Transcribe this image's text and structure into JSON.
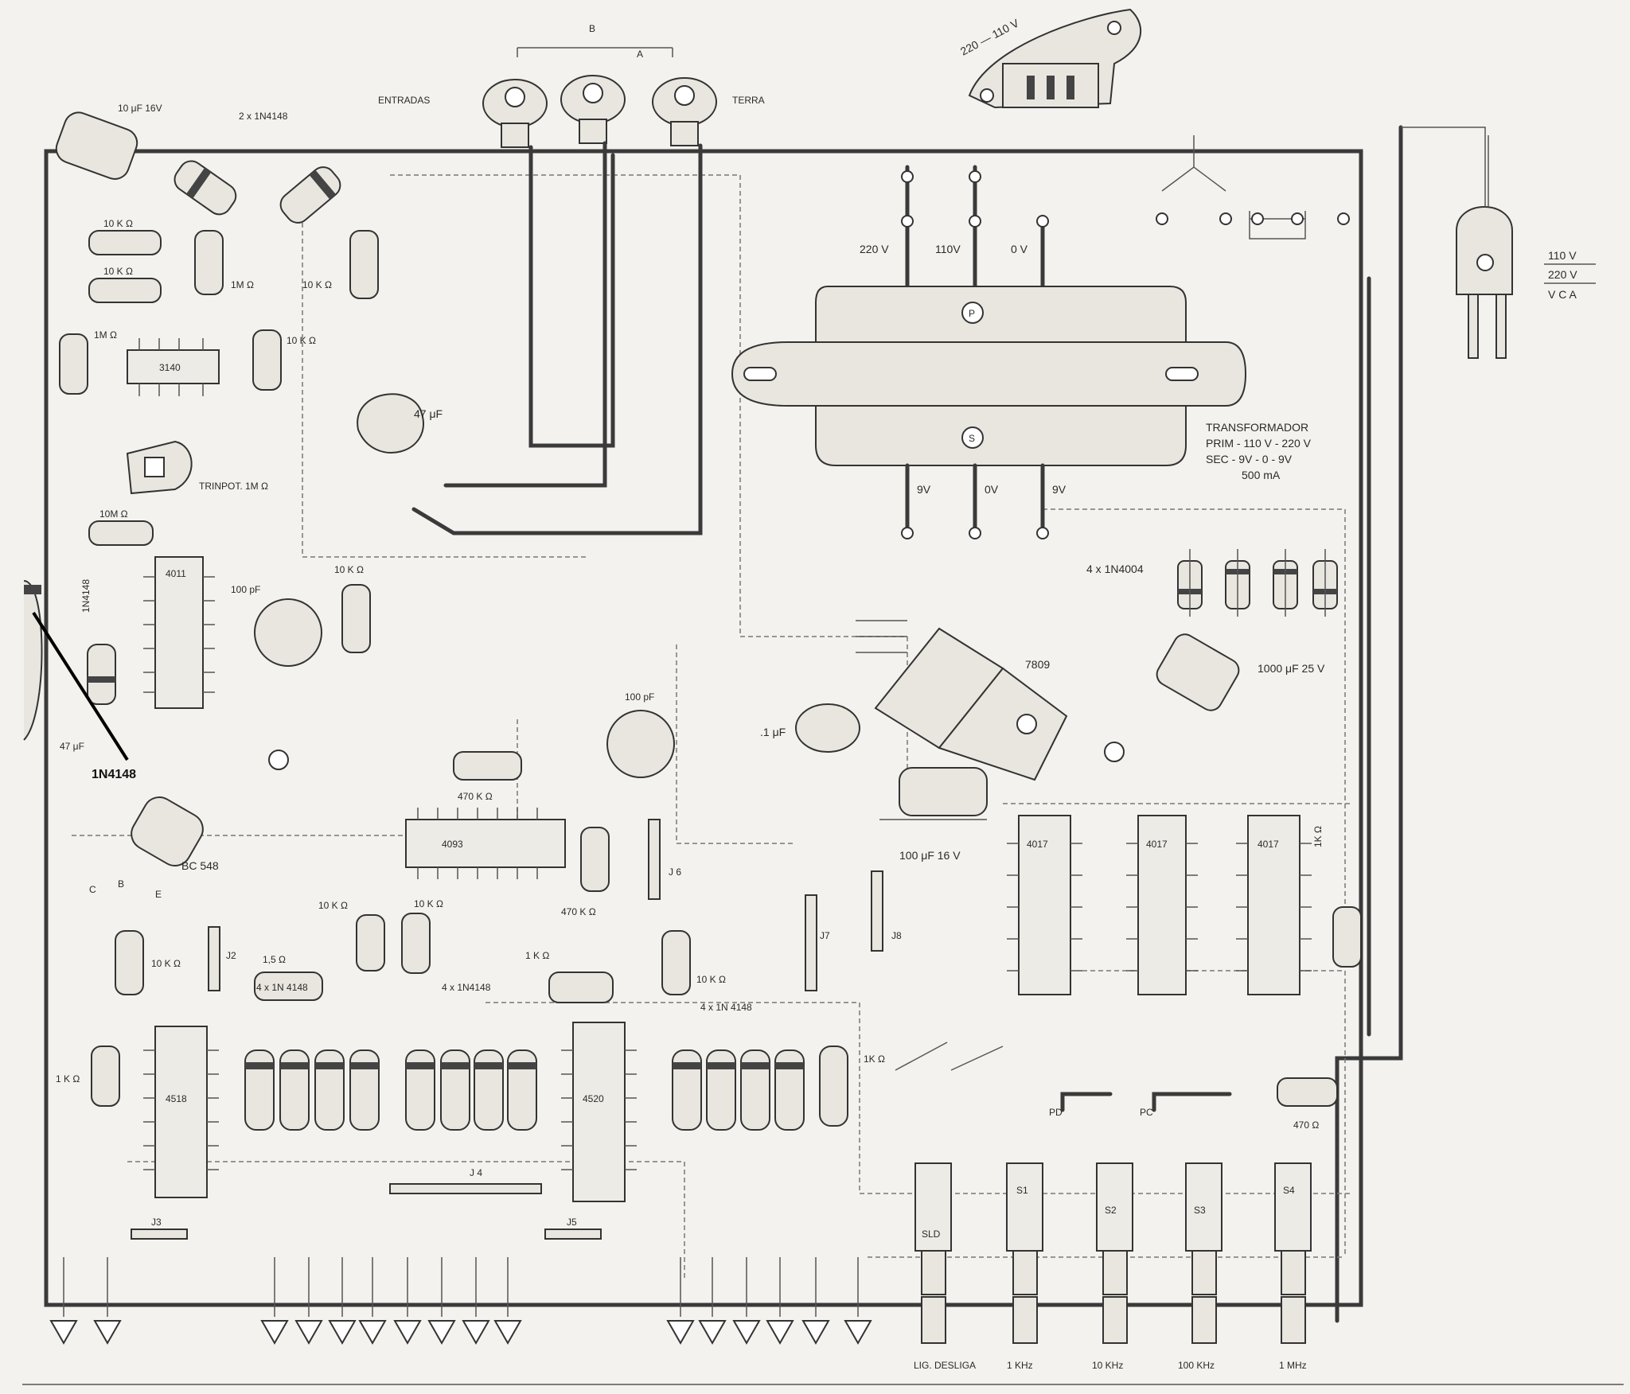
{
  "power": {
    "switch_label": "220 — 110 V",
    "inputs_label": "ENTRADAS",
    "ground_label": "TERRA",
    "input_b": "B",
    "input_a": "A",
    "plug_label": [
      "110 V",
      "220 V",
      "V C A"
    ]
  },
  "transformer": {
    "taps_primary": [
      "220 V",
      "110V",
      "0 V"
    ],
    "primary_mark": "P",
    "secondary_mark": "S",
    "taps_secondary": [
      "9V",
      "0V",
      "9V"
    ],
    "spec": [
      "TRANSFORMADOR",
      "PRIM - 110 V - 220 V",
      "SEC - 9V - 0 - 9V",
      "500 mA"
    ]
  },
  "regulator": {
    "id": "7809",
    "cap_main": "1000 μF 25 V",
    "cap_out": "100 μF 16 V",
    "cap_small": ".1 μF",
    "rect_diodes": "4 x 1N4004"
  },
  "left_parts": {
    "cap_top": "10 μF 16V",
    "diodes_top": "2 x 1N4148",
    "r1": "10 K Ω",
    "r2": "10 K Ω",
    "r3": "1M Ω",
    "r4": "1M Ω",
    "r5": "10 K Ω",
    "r6": "10 K Ω",
    "ic1": "3140",
    "cap47": "47 μF",
    "trimpot": "TRINPOT. 1M Ω",
    "r7": "10M Ω",
    "ic2": "4011",
    "cap100p": "100 pF",
    "r8": "10 K Ω",
    "diode_mid": "1N4148",
    "cap47b": "47 μF",
    "callout": "1N4148",
    "transistor": "BC 548",
    "pins_cbe": [
      "C",
      "B",
      "E"
    ]
  },
  "middle_parts": {
    "r_470": "470 K Ω",
    "ic3": "4093",
    "cap100p": "100 pF",
    "r_470b": "470 K Ω",
    "j6": "J 6",
    "r10k_a": "10 K Ω",
    "r10k_b": "10 K Ω",
    "r10k_c": "10 K Ω",
    "r15": "1,5 Ω",
    "r1k": "1 K Ω",
    "r10k_d": "10 K Ω",
    "j2": "J2",
    "j7": "J7",
    "j8": "J8",
    "ic4": "4518",
    "ic5": "4520",
    "j3": "J3",
    "j4": "J 4",
    "j5": "J5",
    "diodes_a": "4 x 1N 4148",
    "diodes_b": "4 x 1N4148",
    "diodes_c": "4 x 1N 4148",
    "r1k_b": "1 K Ω",
    "r1k_c": "1K Ω"
  },
  "right_parts": {
    "ic6": "4017",
    "ic7": "4017",
    "ic8": "4017",
    "r_1k": "1K Ω",
    "r_470": "470 Ω",
    "pd": "PD",
    "pc": "PC",
    "switches": [
      "SLD",
      "S1",
      "S2",
      "S3",
      "S4"
    ],
    "switch_labels": [
      "LIG. DESLIGA",
      "1 KHz",
      "10 KHz",
      "100 KHz",
      "1 MHz"
    ]
  }
}
